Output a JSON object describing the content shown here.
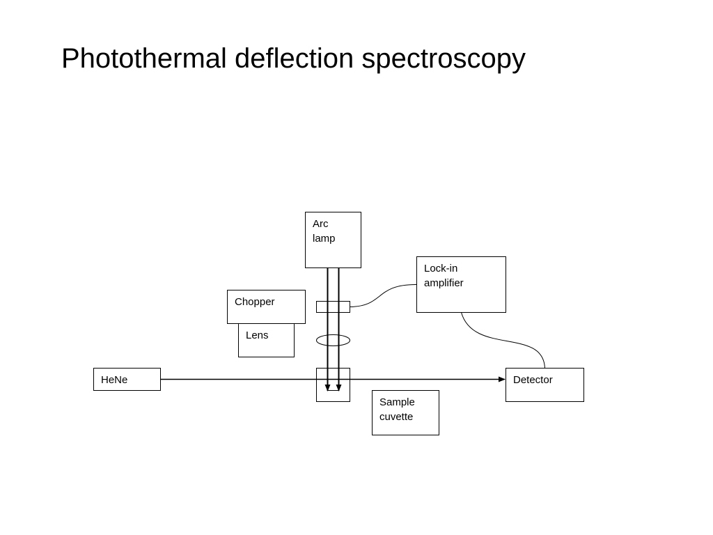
{
  "slide": {
    "title": "Photothermal deflection spectroscopy"
  },
  "diagram": {
    "labels": {
      "arc_lamp_line1": "Arc",
      "arc_lamp_line2": "lamp",
      "lockin_line1": "Lock-in",
      "lockin_line2": "amplifier",
      "chopper": "Chopper",
      "lens": "Lens",
      "hene": "HeNe",
      "detector": "Detector",
      "sample_line1": "Sample",
      "sample_line2": "cuvette"
    },
    "colors": {
      "stroke": "#000000",
      "background": "#ffffff"
    }
  }
}
